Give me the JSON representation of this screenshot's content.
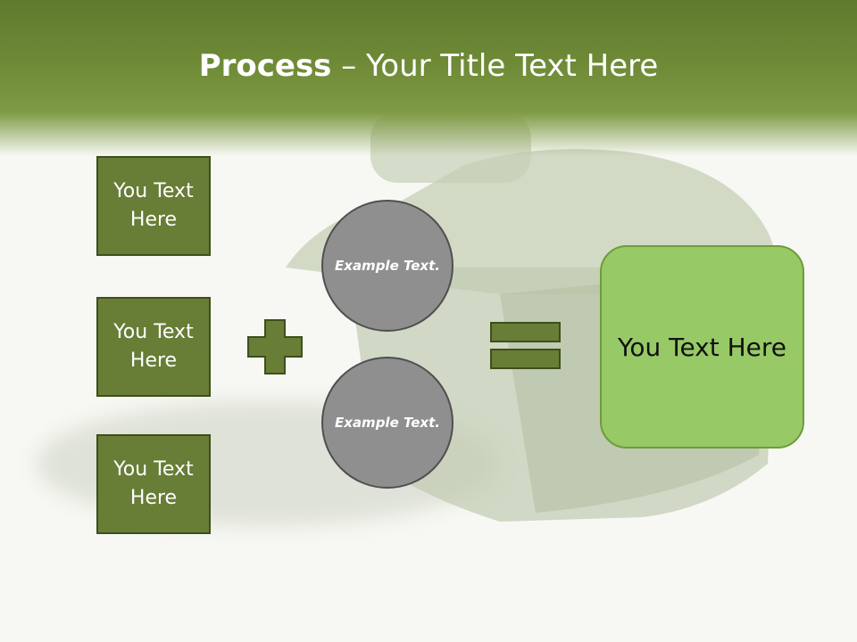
{
  "slide": {
    "title_bold": "Process",
    "title_rest": " – Your Title Text Here",
    "left_boxes": [
      "You Text Here",
      "You Text Here",
      "You Text Here"
    ],
    "circles": [
      "Example Text.",
      "Example Text."
    ],
    "result": "You Text Here"
  },
  "colors": {
    "header": "#6e8a36",
    "box_fill": "#687d36",
    "circle_fill": "#8f8f8f",
    "result_fill": "#97c966"
  },
  "icons": {
    "plus": "plus-icon",
    "equals": "equals-icon",
    "background": "grass-house-image"
  }
}
